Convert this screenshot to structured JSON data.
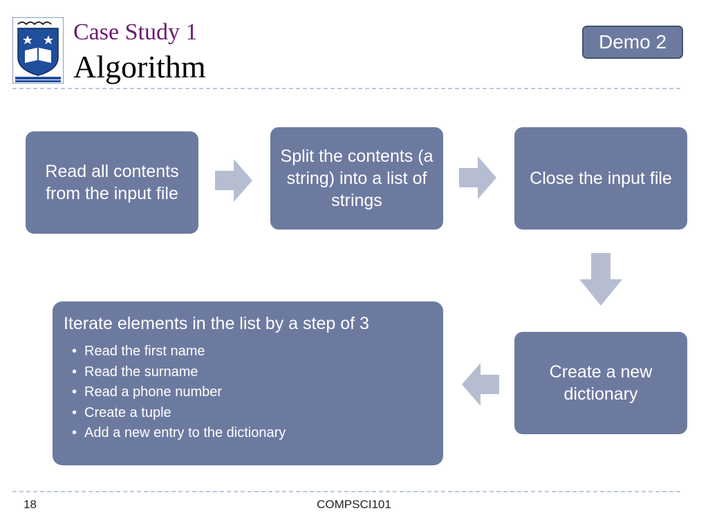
{
  "header": {
    "subtitle": "Case Study 1",
    "title": "Algorithm",
    "demo_button": "Demo 2"
  },
  "logo": {
    "icon": "university-crest-icon"
  },
  "flow": {
    "step1": "Read all contents from the input file",
    "step2": "Split the contents (a string) into a list of strings",
    "step3": "Close the input file",
    "step4": "Create a new dictionary",
    "step5": {
      "heading": "Iterate elements in the list by a step of 3",
      "items": [
        "Read the first name",
        "Read the surname",
        "Read a phone number",
        "Create a tuple",
        "Add a new entry to the dictionary"
      ]
    }
  },
  "footer": {
    "page_number": "18",
    "course": "COMPSCI101"
  },
  "colors": {
    "box_fill": "#6d7aa0",
    "arrow_fill": "#b7bdd0",
    "subtitle": "#6b1b6e",
    "divider": "#b9c9da"
  }
}
